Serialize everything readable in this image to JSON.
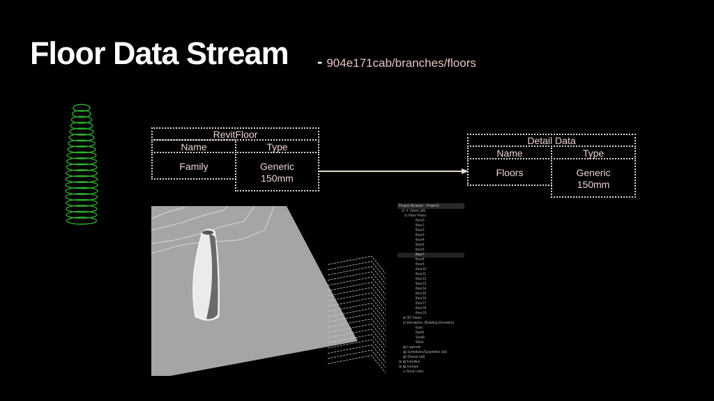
{
  "header": {
    "title": "Floor Data Stream",
    "separator": "-",
    "subtitle": "904e171cab/branches/floors"
  },
  "source_table": {
    "title": "RevitFloor",
    "columns": [
      "Name",
      "Type"
    ],
    "name_value": "Family",
    "type_value_line1": "Generic",
    "type_value_line2": "150mm"
  },
  "target_table": {
    "title": "Detail Data",
    "columns": [
      "Name",
      "Type"
    ],
    "name_value": "Floors",
    "type_value_line1": "Generic",
    "type_value_line2": "150mm"
  },
  "colors": {
    "wireframe_rings": "#2fae2f",
    "text_pink": "#ecd5cf",
    "arrow": "#e8dccf",
    "ground_plane": "#a5a5a5"
  },
  "project_browser": {
    "title": "Project Browser - Project1",
    "views_label": "Views (all)",
    "floor_plans_label": "Floor Plans",
    "floors": [
      "floor0",
      "floor1",
      "floor2",
      "floor3",
      "floor4",
      "floor5",
      "floor6",
      "floor7",
      "floor8",
      "floor9",
      "floor10",
      "floor11",
      "floor12",
      "floor13",
      "floor14",
      "floor15",
      "floor16",
      "floor17",
      "floor18",
      "floor19"
    ],
    "selected_floor": "floor7",
    "views_3d_label": "3D Views",
    "elevations_label": "Elevations (Building Elevation)",
    "elevations": [
      "East",
      "North",
      "South",
      "West"
    ],
    "legends_label": "Legends",
    "schedules_label": "Schedules/Quantities (all)",
    "sheets_label": "Sheets (all)",
    "families_label": "Families",
    "groups_label": "Groups",
    "links_label": "Revit Links"
  }
}
